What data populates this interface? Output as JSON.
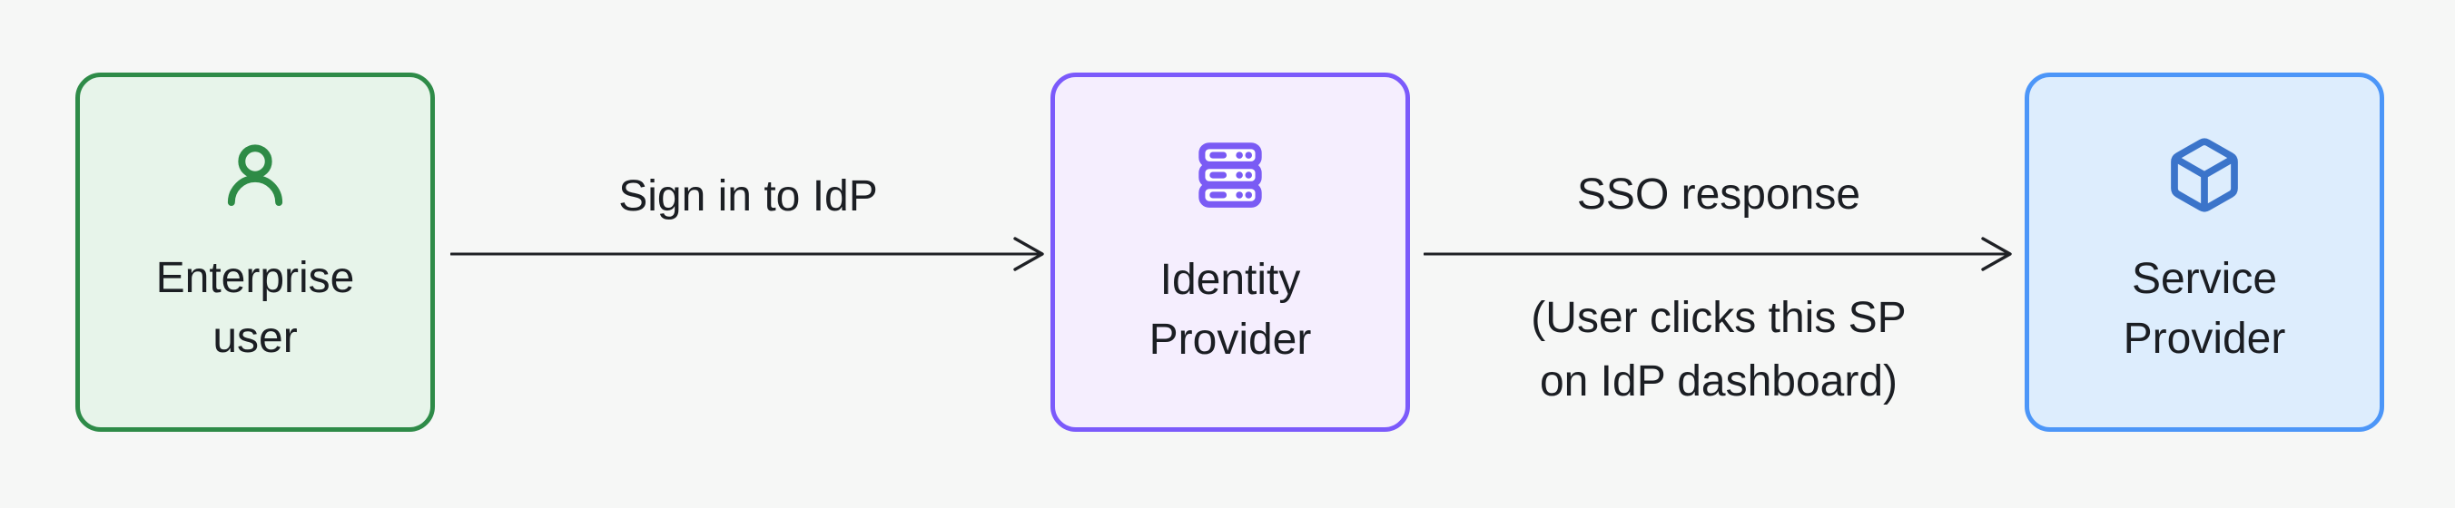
{
  "diagram": {
    "nodes": [
      {
        "id": "enterprise-user",
        "label": "Enterprise user",
        "icon": "user-icon",
        "fill": "#e7f4ea",
        "border_color": "#2e8b48",
        "icon_color": "#2e8b46"
      },
      {
        "id": "identity-provider",
        "label": "Identity Provider",
        "icon": "server-icon",
        "fill": "#f5eefe",
        "border_color": "#7b5afb",
        "icon_color": "#7a5bf4"
      },
      {
        "id": "service-provider",
        "label": "Service Provider",
        "icon": "box-icon",
        "fill": "#ddedfd",
        "border_color": "#4c96f8",
        "icon_color": "#3b74ca"
      }
    ],
    "edges": [
      {
        "from": "enterprise-user",
        "to": "identity-provider",
        "label": "Sign in to IdP"
      },
      {
        "from": "identity-provider",
        "to": "service-provider",
        "label": "SSO response",
        "note_line1": "(User clicks this SP",
        "note_line2": "on IdP dashboard)"
      }
    ],
    "colors": {
      "background": "#f6f7f6",
      "text": "#1b1e23",
      "arrow": "#1f2125"
    }
  }
}
